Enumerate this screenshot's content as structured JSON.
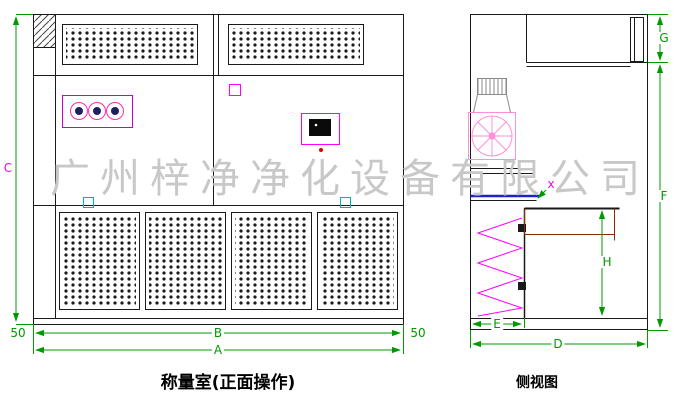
{
  "watermark": {
    "text": "广州梓净净化设备有限公司"
  },
  "front_view": {
    "caption": "称量室(正面操作)",
    "dim_c": "C",
    "dim_50_left": "50",
    "dim_b": "B",
    "dim_50_right": "50",
    "dim_a": "A"
  },
  "side_view": {
    "caption": "侧视图",
    "dim_g": "G",
    "dim_f": "F",
    "dim_x": "x",
    "dim_h": "H",
    "dim_e": "E",
    "dim_d": "D"
  },
  "colors": {
    "dimension_text": "#009900",
    "accent_text": "#ee00ee",
    "watermark_text": "#c8c8c8"
  },
  "icons": {
    "fan": "fan-icon",
    "gauge": "gauge-icon",
    "power_led": "power-led"
  }
}
